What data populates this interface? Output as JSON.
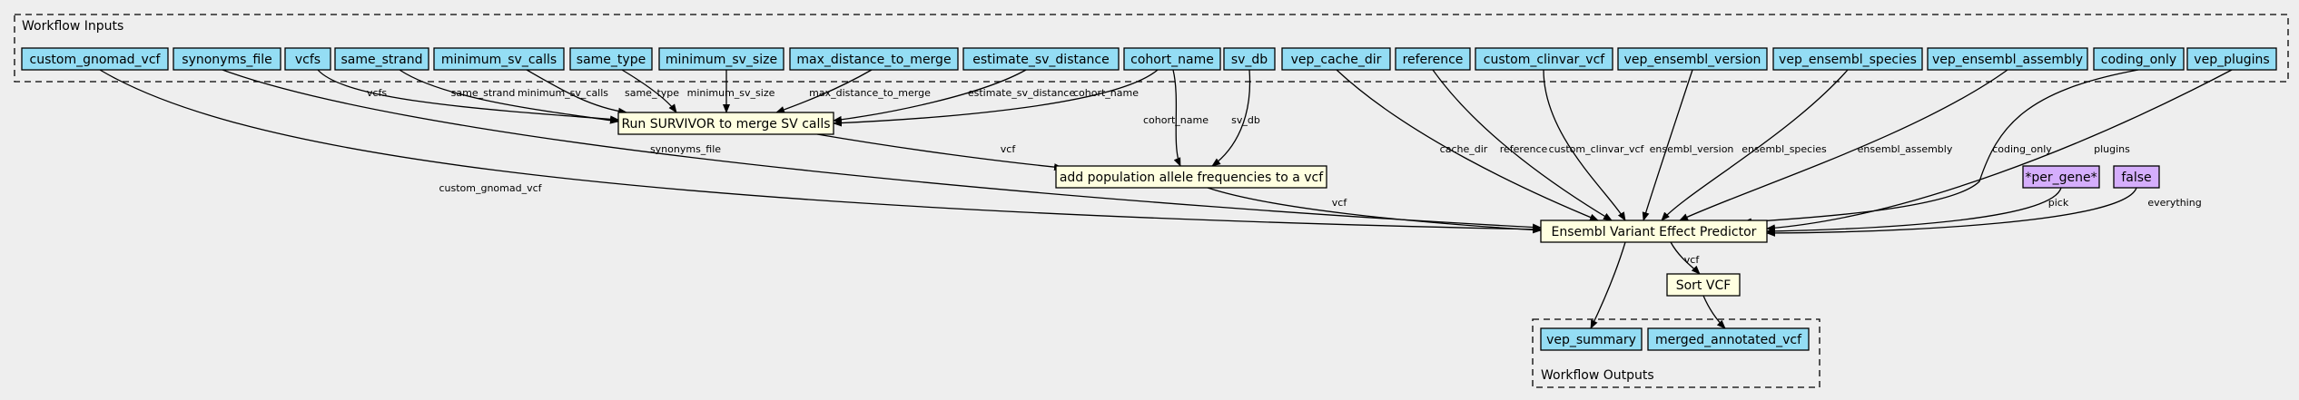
{
  "colors": {
    "background": "#eeeeee",
    "input_fill": "#94ddf4",
    "step_fill": "#ffffe0",
    "default_fill": "#d5aefc",
    "output_fill": "#94ddf4",
    "edge": "#000000"
  },
  "clusters": {
    "inputs_label": "Workflow Inputs",
    "outputs_label": "Workflow Outputs"
  },
  "inputs": [
    {
      "id": "custom_gnomad_vcf",
      "label": "custom_gnomad_vcf"
    },
    {
      "id": "synonyms_file",
      "label": "synonyms_file"
    },
    {
      "id": "vcfs",
      "label": "vcfs"
    },
    {
      "id": "same_strand",
      "label": "same_strand"
    },
    {
      "id": "minimum_sv_calls",
      "label": "minimum_sv_calls"
    },
    {
      "id": "same_type",
      "label": "same_type"
    },
    {
      "id": "minimum_sv_size",
      "label": "minimum_sv_size"
    },
    {
      "id": "max_distance_to_merge",
      "label": "max_distance_to_merge"
    },
    {
      "id": "estimate_sv_distance",
      "label": "estimate_sv_distance"
    },
    {
      "id": "cohort_name",
      "label": "cohort_name"
    },
    {
      "id": "sv_db",
      "label": "sv_db"
    },
    {
      "id": "vep_cache_dir",
      "label": "vep_cache_dir"
    },
    {
      "id": "reference",
      "label": "reference"
    },
    {
      "id": "custom_clinvar_vcf",
      "label": "custom_clinvar_vcf"
    },
    {
      "id": "vep_ensembl_version",
      "label": "vep_ensembl_version"
    },
    {
      "id": "vep_ensembl_species",
      "label": "vep_ensembl_species"
    },
    {
      "id": "vep_ensembl_assembly",
      "label": "vep_ensembl_assembly"
    },
    {
      "id": "coding_only",
      "label": "coding_only"
    },
    {
      "id": "vep_plugins",
      "label": "vep_plugins"
    }
  ],
  "steps": [
    {
      "id": "survivor",
      "label": "Run SURVIVOR to merge SV calls"
    },
    {
      "id": "allele_freq",
      "label": "add population allele frequencies to a vcf"
    },
    {
      "id": "vep",
      "label": "Ensembl Variant Effect Predictor"
    },
    {
      "id": "sort_vcf",
      "label": "Sort VCF"
    }
  ],
  "defaults": [
    {
      "id": "per_gene",
      "label": "*per_gene*"
    },
    {
      "id": "false_val",
      "label": "false"
    }
  ],
  "outputs": [
    {
      "id": "vep_summary",
      "label": "vep_summary"
    },
    {
      "id": "merged_annotated_vcf",
      "label": "merged_annotated_vcf"
    }
  ],
  "edges": [
    {
      "from": "vcfs",
      "to": "survivor",
      "label": "vcfs"
    },
    {
      "from": "same_strand",
      "to": "survivor",
      "label": "same_strand"
    },
    {
      "from": "minimum_sv_calls",
      "to": "survivor",
      "label": "minimum_sv_calls"
    },
    {
      "from": "same_type",
      "to": "survivor",
      "label": "same_type"
    },
    {
      "from": "minimum_sv_size",
      "to": "survivor",
      "label": "minimum_sv_size"
    },
    {
      "from": "max_distance_to_merge",
      "to": "survivor",
      "label": "max_distance_to_merge"
    },
    {
      "from": "estimate_sv_distance",
      "to": "survivor",
      "label": "estimate_sv_distance"
    },
    {
      "from": "cohort_name",
      "to": "survivor",
      "label": "cohort_name"
    },
    {
      "from": "survivor",
      "to": "allele_freq",
      "label": "vcf"
    },
    {
      "from": "cohort_name",
      "to": "allele_freq",
      "label": "cohort_name"
    },
    {
      "from": "sv_db",
      "to": "allele_freq",
      "label": "sv_db"
    },
    {
      "from": "custom_gnomad_vcf",
      "to": "vep",
      "label": "custom_gnomad_vcf"
    },
    {
      "from": "synonyms_file",
      "to": "vep",
      "label": "synonyms_file"
    },
    {
      "from": "allele_freq",
      "to": "vep",
      "label": "vcf"
    },
    {
      "from": "vep_cache_dir",
      "to": "vep",
      "label": "cache_dir"
    },
    {
      "from": "reference",
      "to": "vep",
      "label": "reference"
    },
    {
      "from": "custom_clinvar_vcf",
      "to": "vep",
      "label": "custom_clinvar_vcf"
    },
    {
      "from": "vep_ensembl_version",
      "to": "vep",
      "label": "ensembl_version"
    },
    {
      "from": "vep_ensembl_species",
      "to": "vep",
      "label": "ensembl_species"
    },
    {
      "from": "vep_ensembl_assembly",
      "to": "vep",
      "label": "ensembl_assembly"
    },
    {
      "from": "coding_only",
      "to": "vep",
      "label": "coding_only"
    },
    {
      "from": "vep_plugins",
      "to": "vep",
      "label": "plugins"
    },
    {
      "from": "per_gene",
      "to": "vep",
      "label": "pick"
    },
    {
      "from": "false_val",
      "to": "vep",
      "label": "everything"
    },
    {
      "from": "vep",
      "to": "sort_vcf",
      "label": "vcf"
    },
    {
      "from": "vep",
      "to": "vep_summary",
      "label": ""
    },
    {
      "from": "sort_vcf",
      "to": "merged_annotated_vcf",
      "label": ""
    }
  ]
}
